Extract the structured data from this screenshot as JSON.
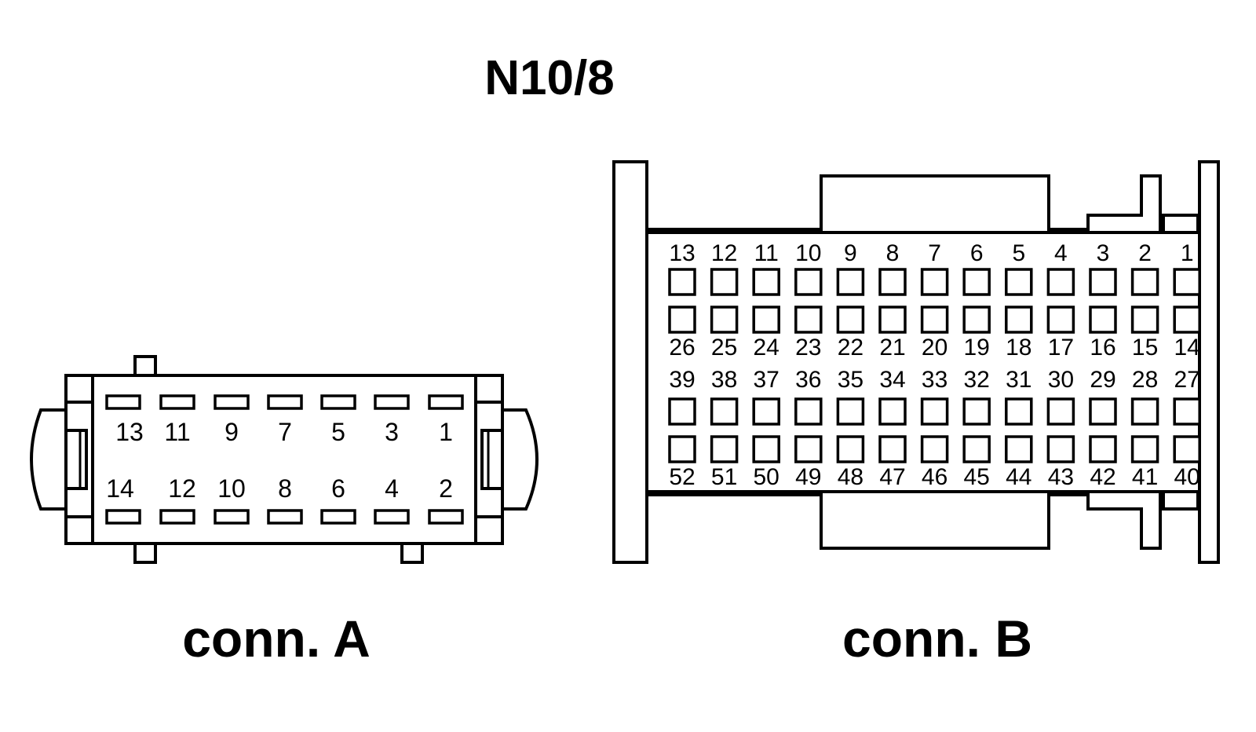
{
  "title": "N10/8",
  "connector_a": {
    "label": "conn. A",
    "top_row": [
      "13",
      "11",
      "9",
      "7",
      "5",
      "3",
      "1"
    ],
    "bottom_row": [
      "14",
      "12",
      "10",
      "8",
      "6",
      "4",
      "2"
    ]
  },
  "connector_b": {
    "label": "conn. B",
    "rows": [
      [
        "13",
        "12",
        "11",
        "10",
        "9",
        "8",
        "7",
        "6",
        "5",
        "4",
        "3",
        "2",
        "1"
      ],
      [
        "26",
        "25",
        "24",
        "23",
        "22",
        "21",
        "20",
        "19",
        "18",
        "17",
        "16",
        "15",
        "14"
      ],
      [
        "39",
        "38",
        "37",
        "36",
        "35",
        "34",
        "33",
        "32",
        "31",
        "30",
        "29",
        "28",
        "27"
      ],
      [
        "52",
        "51",
        "50",
        "49",
        "48",
        "47",
        "46",
        "45",
        "44",
        "43",
        "42",
        "41",
        "40"
      ]
    ]
  }
}
